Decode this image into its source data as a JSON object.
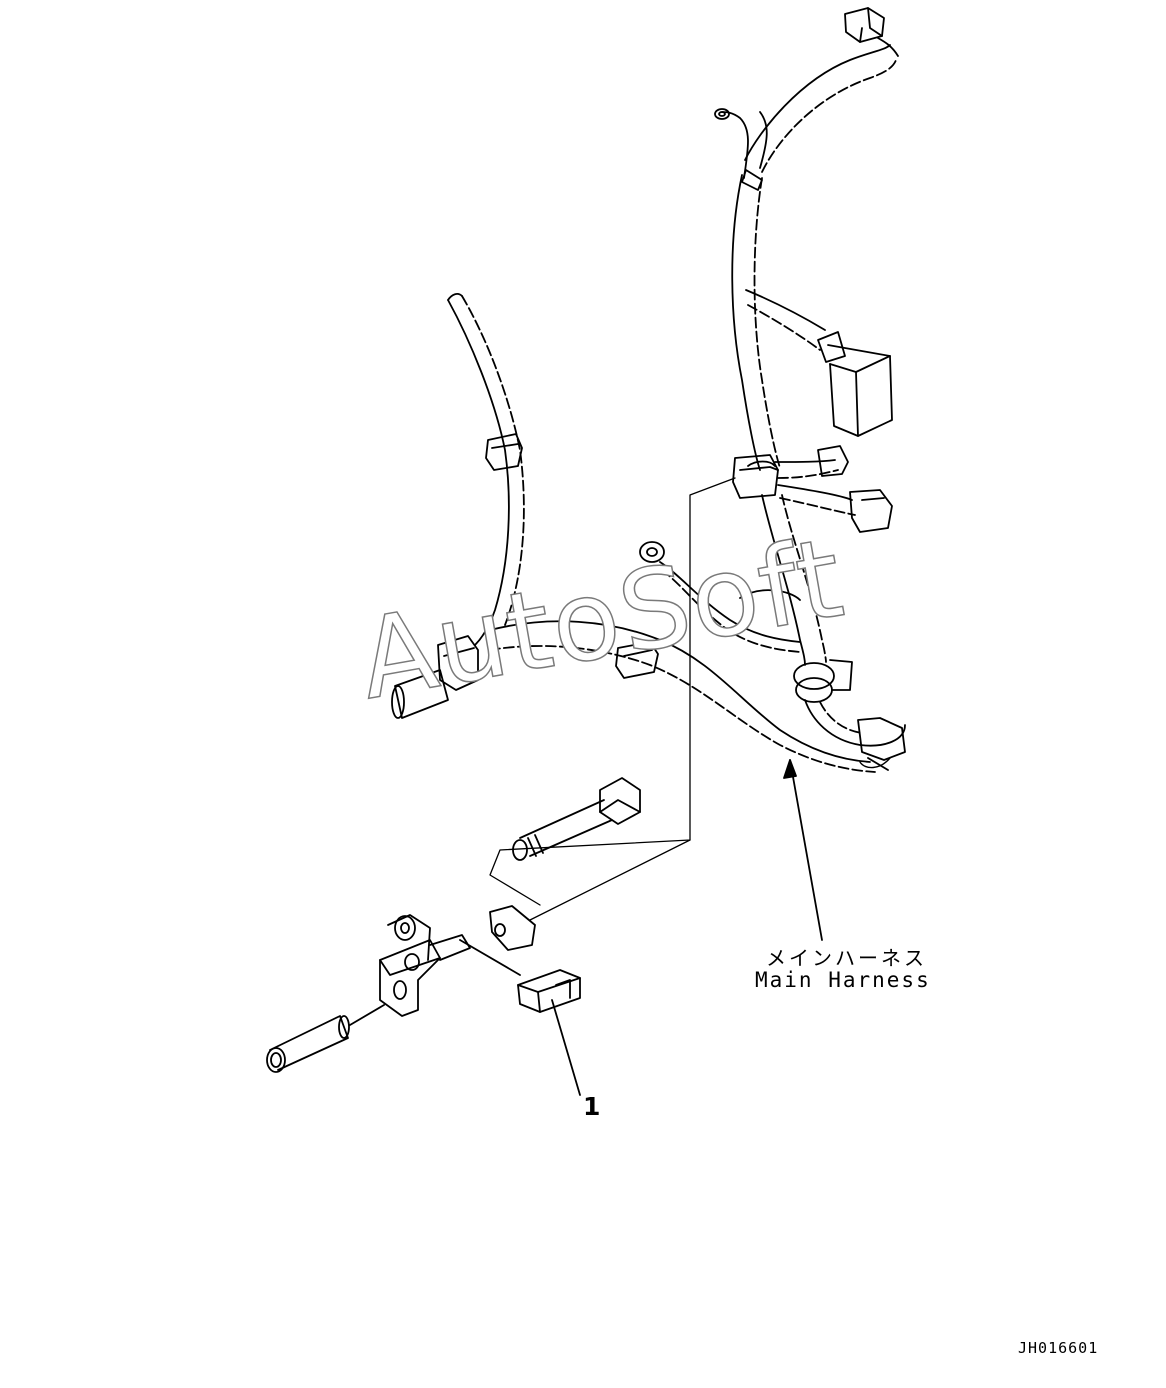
{
  "labels": {
    "main_harness_jp": "メインハーネス",
    "main_harness_en": "Main Harness",
    "part_number": "1",
    "drawing_id": "JH016601"
  },
  "watermark": "AutoSoft",
  "colors": {
    "line": "#000000",
    "watermark_outline": "#7a7a7a",
    "background": "#ffffff"
  }
}
